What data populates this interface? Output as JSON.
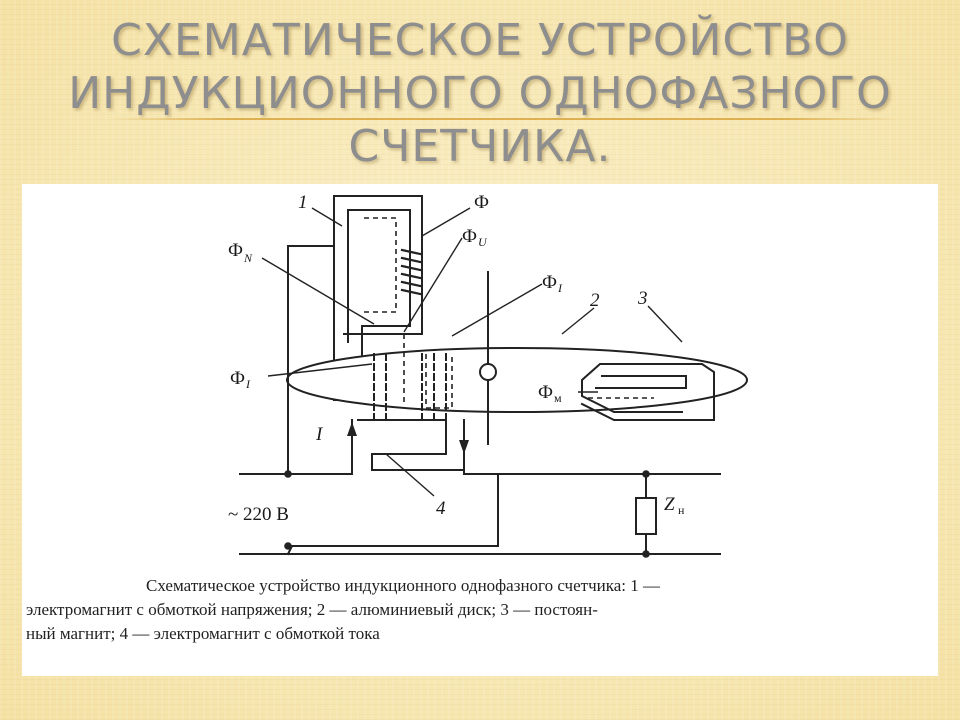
{
  "slide": {
    "title_lines": [
      "СХЕМАТИЧЕСКОЕ УСТРОЙСТВО",
      "ИНДУКЦИОННОГО ОДНОФАЗНОГО",
      "СЧЕТЧИКА."
    ]
  },
  "diagram": {
    "labels": {
      "magnet_1": "1",
      "flux_phi": "Ф",
      "flux_phi_u": "Ф",
      "flux_phi_u_sub": "U",
      "flux_phi_n": "Ф",
      "flux_phi_n_sub": "N",
      "flux_phi_i_top": "Ф",
      "flux_phi_i_top_sub": "I",
      "flux_phi_i_left": "Ф",
      "flux_phi_i_left_sub": "I",
      "flux_phi_m": "Ф",
      "flux_phi_m_sub": "м",
      "disk_2": "2",
      "magnet_3": "3",
      "current_i": "I",
      "voltage": "~ 220 В",
      "coil_4": "4",
      "load": "Z",
      "load_sub": "н"
    },
    "caption_lines": [
      "Схематическое устройство индукционного однофазного счетчика: 1 —",
      "электромагнит с обмоткой напряжения; 2 — алюминиевый диск; 3 — постоян-",
      "ный магнит; 4 — электромагнит с обмоткой тока"
    ]
  }
}
